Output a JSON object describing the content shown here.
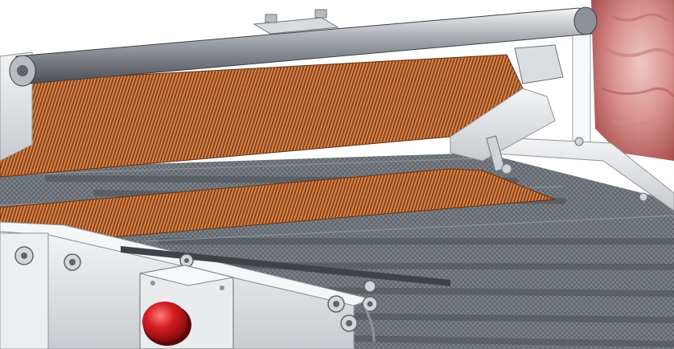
{
  "scene": {
    "subject": "cad-rendering-conveyor-machine",
    "components": {
      "top_roller_bar": "roller",
      "upper_brush_belt": "copper-brush-belt",
      "lower_brush_belt": "copper-brush-belt",
      "conveyor_bed": "mesh-conveyor",
      "side_frame": "steel-frame",
      "control_box": "electrical-enclosure",
      "emergency_stop": "stop-button",
      "background_product": "meat"
    },
    "colors": {
      "frame_steel": "#e6e8ea",
      "frame_shadow": "#b9bcc0",
      "brush_copper": "#c06a35",
      "brush_dark": "#7a3a16",
      "conveyor_mesh": "#6e7378",
      "stop_red": "#c8141c",
      "meat_pink": "#d99a98"
    }
  }
}
